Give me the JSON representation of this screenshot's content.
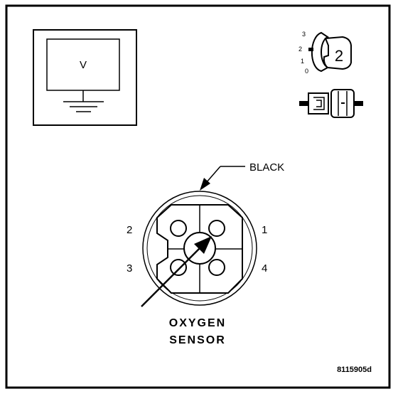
{
  "voltmeter": {
    "symbol": "V"
  },
  "connector_key": {
    "position_labels": [
      "3",
      "2",
      "1",
      "0"
    ],
    "number": "2"
  },
  "connector_color_label": "BLACK",
  "pin_labels": {
    "pin1": "1",
    "pin2": "2",
    "pin3": "3",
    "pin4": "4"
  },
  "component_name": {
    "line1": "OXYGEN",
    "line2": "SENSOR"
  },
  "figure_code": "8115905d",
  "colors": {
    "ink": "#000000",
    "background": "#ffffff"
  }
}
